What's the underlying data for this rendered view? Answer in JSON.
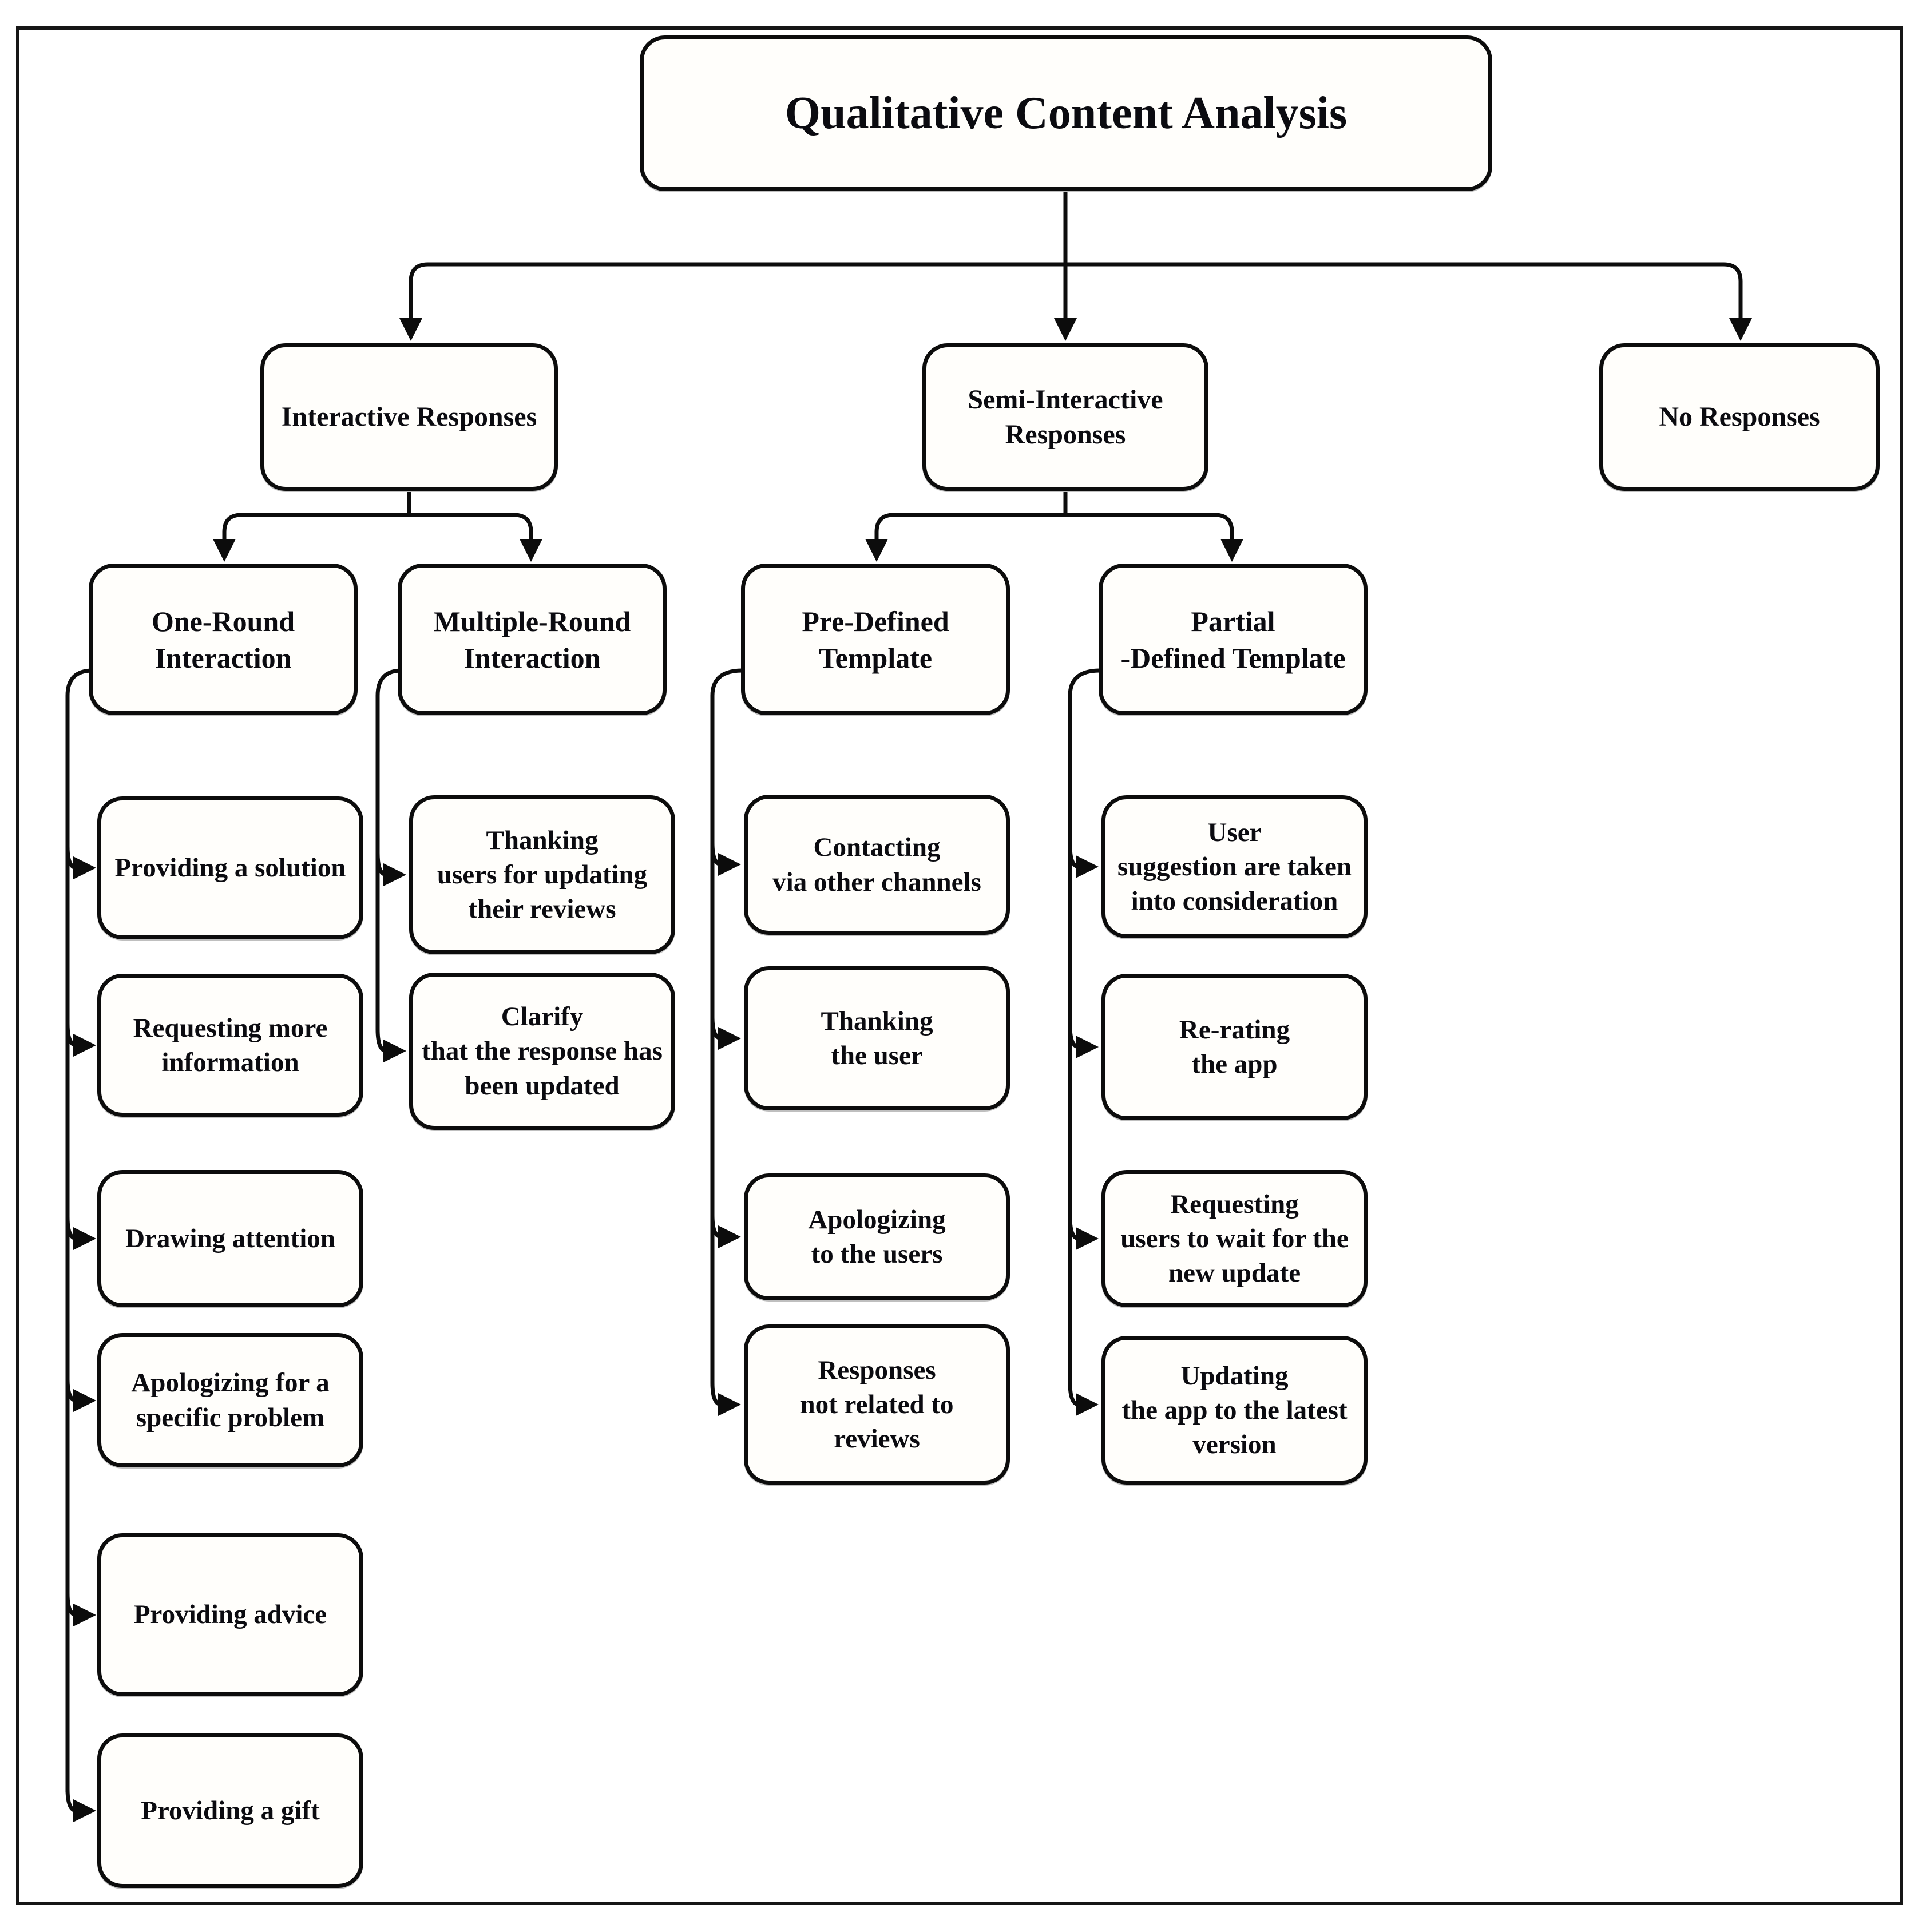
{
  "title": "Qualitative Content Analysis",
  "colors": {
    "line": "#0c0c0c",
    "box_background": "#fffefb",
    "text": "#0b0b10",
    "frame": "#161616"
  },
  "tree": {
    "branches": [
      {
        "label": "Interactive Responses",
        "children": [
          {
            "label": "One-Round\nInteraction",
            "items": [
              "Providing a solution",
              "Requesting more\ninformation",
              "Drawing attention",
              "Apologizing for a\nspecific problem",
              "Providing advice",
              "Providing a gift"
            ]
          },
          {
            "label": "Multiple-Round\nInteraction",
            "items": [
              "Thanking\nusers for updating\ntheir reviews",
              "Clarify\nthat the response has\nbeen updated"
            ]
          }
        ]
      },
      {
        "label": "Semi-Interactive\nResponses",
        "children": [
          {
            "label": "Pre-Defined\nTemplate",
            "items": [
              "Contacting\nvia other channels",
              "Thanking\nthe user",
              "Apologizing\nto the users",
              "Responses\nnot related to\nreviews"
            ]
          },
          {
            "label": "Partial\n-Defined Template",
            "items": [
              "User\nsuggestion are taken\ninto consideration",
              "Re-rating\nthe app",
              "Requesting\nusers to wait for the\nnew update",
              "Updating\nthe app to the latest\nversion"
            ]
          }
        ]
      },
      {
        "label": "No Responses",
        "children": []
      }
    ]
  }
}
